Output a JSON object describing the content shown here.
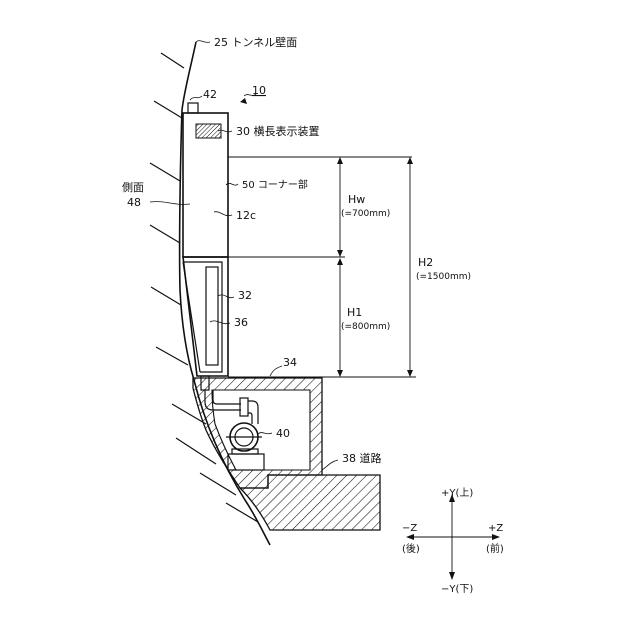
{
  "labels": {
    "tunnel_wall": "25 トンネル壁面",
    "ref_42": "42",
    "ref_10": "10",
    "display": "30 横長表示装置",
    "corner": "50 コーナー部",
    "side_title": "側面",
    "side_ref": "48",
    "ref_12c": "12c",
    "ref_32": "32",
    "ref_36": "36",
    "ref_34": "34",
    "ref_40": "40",
    "road": "38 道路"
  },
  "dimensions": {
    "hw_label": "Hw",
    "hw_value": "(=700mm)",
    "h1_label": "H1",
    "h1_value": "(=800mm)",
    "h2_label": "H2",
    "h2_value": "(=1500mm)"
  },
  "axes": {
    "plus_y": "+Y(上)",
    "minus_y": "−Y(下)",
    "minus_z": "−Z",
    "minus_z_sub": "(後)",
    "plus_z": "+Z",
    "plus_z_sub": "(前)"
  }
}
